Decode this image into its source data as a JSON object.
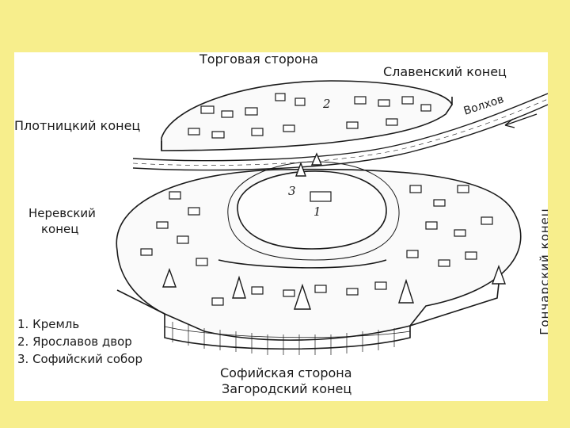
{
  "labels": {
    "torgovaya": "Торговая сторона",
    "slavensky": "Славенский конец",
    "volkhov": "Волхов",
    "plotnitsky": "Плотницкий конец",
    "nerevsky_line1": "Неревский",
    "nerevsky_line2": "конец",
    "goncharsky": "Гончарский конец",
    "sofiyskaya": "Софийская сторона",
    "zagorodsky": "Загородский конец"
  },
  "map_numbers": [
    "1",
    "2",
    "3"
  ],
  "legend": [
    "1. Кремль",
    "2. Ярославов двор",
    "3. Софийский собор"
  ]
}
